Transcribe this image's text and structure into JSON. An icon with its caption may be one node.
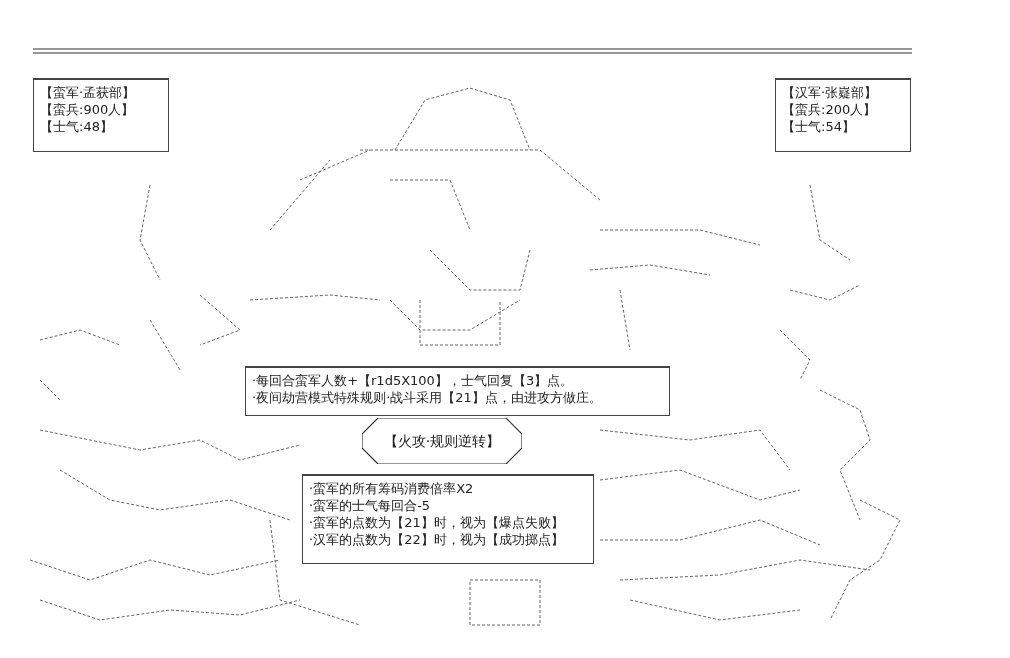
{
  "diagram": {
    "nodes": [
      {
        "text": [
          "【蛮军·孟获部】",
          "【蛮兵:900人】",
          "【士气:48】"
        ]
      },
      {
        "text": [
          "【汉军·张嶷部】",
          "【蛮兵:200人】",
          "【士气:54】"
        ]
      },
      {
        "text": [
          "·每回合蛮军人数+【r1d5X100】，士气回复【3】点。",
          "·夜间劫营模式特殊规则·战斗采用【21】点，由进攻方做庄。"
        ]
      },
      {
        "text": [
          "【火攻·规则逆转】"
        ]
      },
      {
        "text": [
          "·蛮军的所有筹码消费倍率X2",
          "·蛮军的士气每回合-5",
          "·蛮军的点数为【21】时，视为【爆点失败】",
          "·汉军的点数为【22】时，视为【成功掷点】"
        ]
      }
    ]
  }
}
